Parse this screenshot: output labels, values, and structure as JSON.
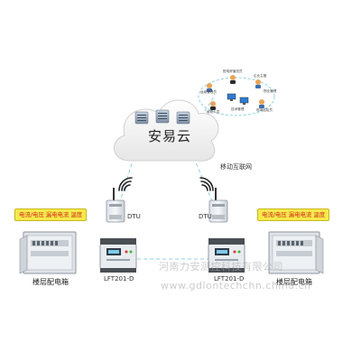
{
  "cloud": {
    "title": "安易云"
  },
  "network": {
    "label": "移动互联网"
  },
  "users": {
    "labels": [
      "运维管理员",
      "配电房值班员",
      "企业主管",
      "物业管理",
      "维修人员",
      "现场巡检员",
      "技术管理"
    ]
  },
  "left_site": {
    "tag": "电流/电压 漏电电流 温度",
    "dtu_label": "DTU",
    "device_label": "LFT201-D",
    "caption": "楼层配电箱"
  },
  "right_site": {
    "tag": "电流/电压 漏电电流 温度",
    "dtu_label": "DTU",
    "device_label": "LFT201-D",
    "caption": "楼层配电箱"
  },
  "watermark": {
    "company": "河南力安测控科技有限公司",
    "url": "www.gdlontechchn.china.cn"
  },
  "colors": {
    "link_line": "#8fd0e0",
    "tag_bg": "#f6ea4c",
    "tag_text": "#d12a1a",
    "cloud_fill": "#f3f3f3"
  }
}
